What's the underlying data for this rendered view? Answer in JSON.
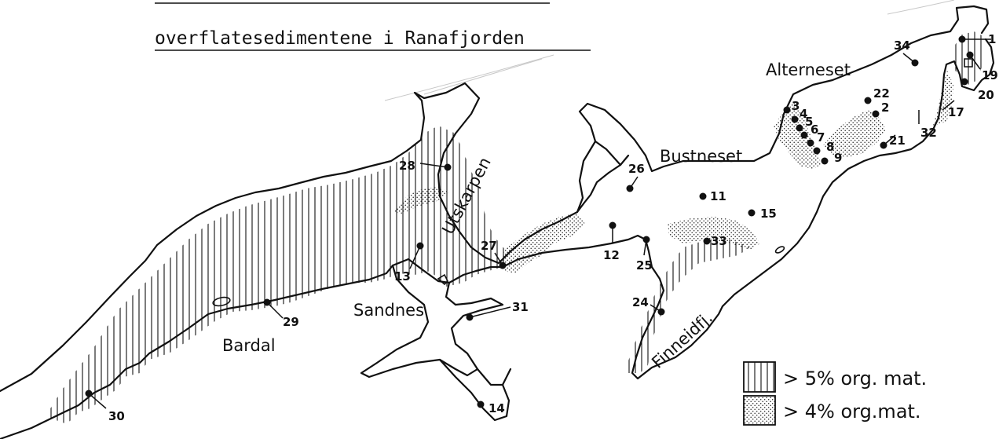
{
  "title": {
    "line1": "",
    "line2": "overflatesedimentene i Ranafjorden"
  },
  "places": {
    "alterneset": "Alterneset",
    "bustneset": "Bustneset",
    "utskarpen": "Utskarpen",
    "sandnes": "Sandnes",
    "bardal": "Bardal",
    "finneidfj": "Finneidfj."
  },
  "stations": [
    "1",
    "2",
    "3",
    "4",
    "5",
    "6",
    "7",
    "8",
    "9",
    "11",
    "12",
    "13",
    "14",
    "15",
    "17",
    "19",
    "20",
    "21",
    "22",
    "24",
    "25",
    "26",
    "27",
    "28",
    "29",
    "30",
    "31",
    "32",
    "33",
    "34"
  ],
  "legend": {
    "hatched": "> 5% org. mat.",
    "dotted": "> 4% org.mat."
  },
  "colors": {
    "ink": "#111111",
    "paper": "#ffffff",
    "faint": "#c8c8c8"
  }
}
